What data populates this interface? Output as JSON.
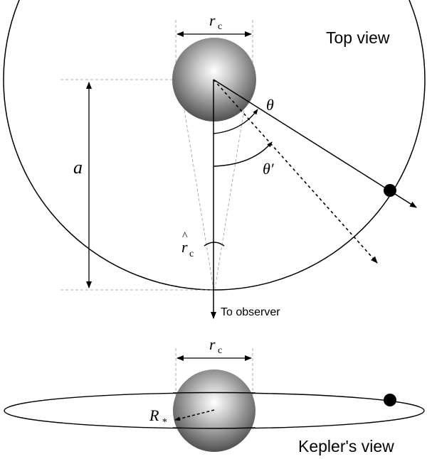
{
  "top_view": {
    "title": "Top view",
    "rc_label": "r",
    "rc_sub": "c",
    "a_label": "a",
    "theta_label": "θ",
    "theta_prime_label": "θ′",
    "rc_hat_label": "r",
    "rc_hat_sub": "c",
    "rc_hat_accent": "^",
    "observer_label": "To observer"
  },
  "kepler_view": {
    "title": "Kepler's view",
    "rc_label": "r",
    "rc_sub": "c",
    "rstar_label": "R",
    "rstar_sub": "*"
  },
  "colors": {
    "line": "#000000",
    "guide": "#999999",
    "sphere_light": "#ffffff",
    "sphere_dark": "#4a4a4a"
  }
}
